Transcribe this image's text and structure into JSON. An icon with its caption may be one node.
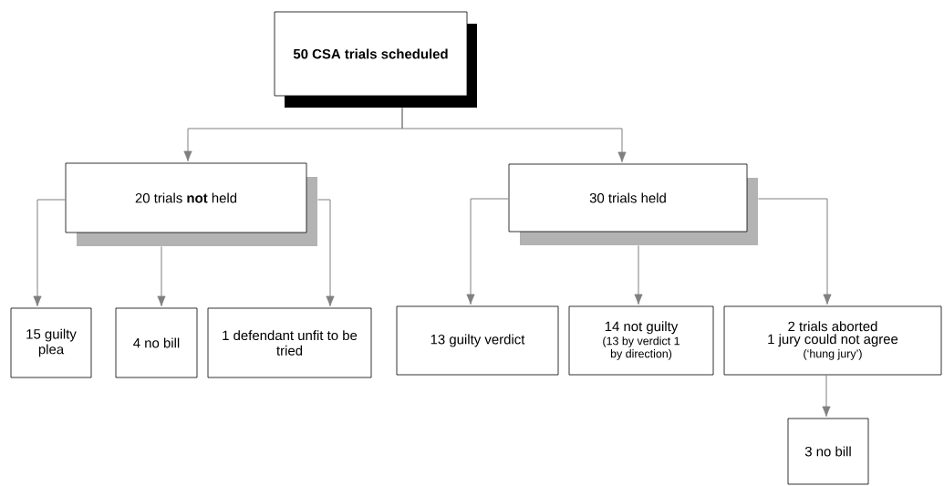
{
  "diagram": {
    "nodes": [
      {
        "text": [
          "50 CSA trials scheduled"
        ]
      },
      {
        "text": [
          "20 trials **not** held"
        ]
      },
      {
        "text": [
          "30 trials held"
        ]
      },
      {
        "text": [
          "15 guilty plea"
        ]
      },
      {
        "text": [
          "4 no bill"
        ]
      },
      {
        "text": [
          "1 defendant unfit to be tried"
        ]
      },
      {
        "text": [
          "13 guilty verdict"
        ]
      },
      {
        "text": [
          "14 not guilty",
          "(13 by verdict 1 by direction)"
        ]
      },
      {
        "text": [
          "2 trials aborted",
          "1 jury could not agree",
          "(‘hung jury’)"
        ]
      },
      {
        "text": [
          "3 no bill"
        ]
      }
    ],
    "edges": [
      {
        "from": 0,
        "to": 1,
        "arrow": "to"
      },
      {
        "from": 0,
        "to": 2,
        "arrow": "to"
      },
      {
        "from": 1,
        "to": 3,
        "arrow": "to"
      },
      {
        "from": 1,
        "to": 4,
        "arrow": "to"
      },
      {
        "from": 1,
        "to": 5,
        "arrow": "to"
      },
      {
        "from": 2,
        "to": 6,
        "arrow": "to"
      },
      {
        "from": 2,
        "to": 7,
        "arrow": "to"
      },
      {
        "from": 2,
        "to": 8,
        "arrow": "to"
      },
      {
        "from": 8,
        "to": 9,
        "arrow": "to"
      }
    ]
  }
}
